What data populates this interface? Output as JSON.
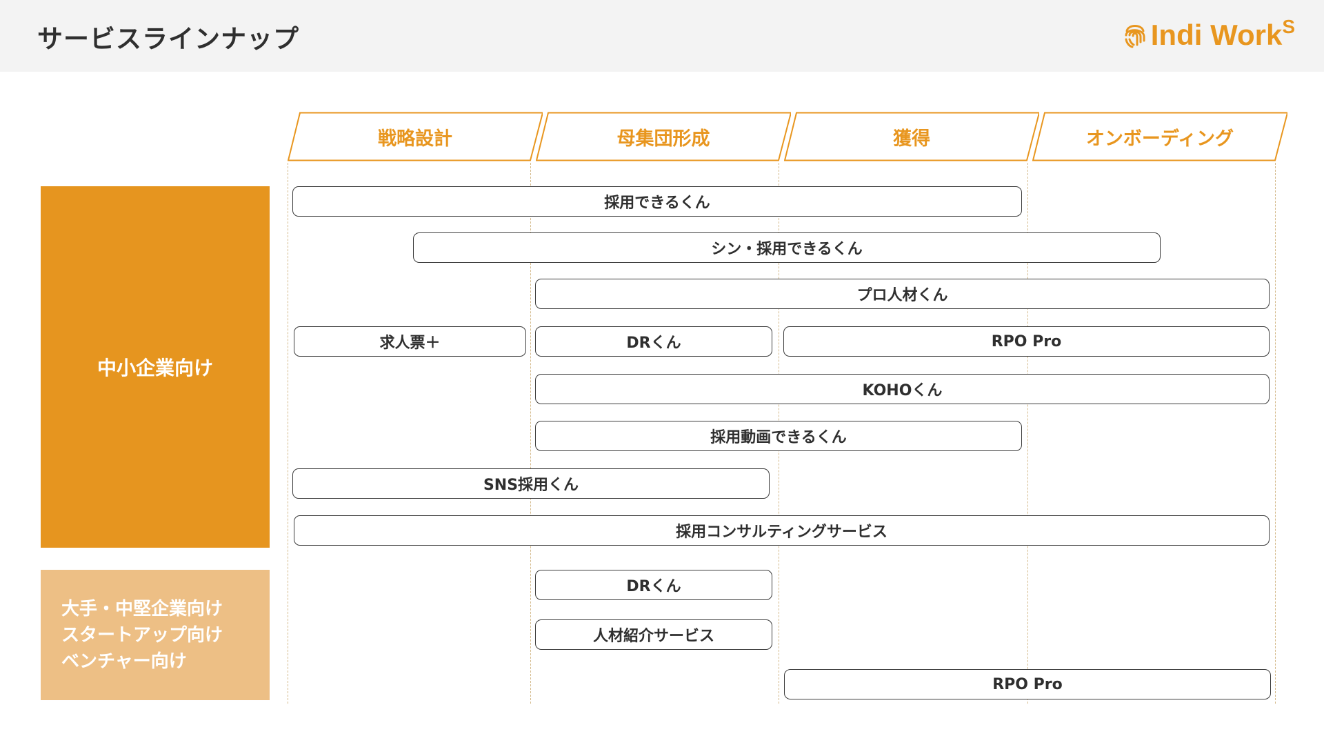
{
  "header": {
    "title": "サービスラインナップ",
    "logo_text": "Indi Work",
    "logo_sup": "S",
    "logo_icon": "fingerprint-icon",
    "brand_color": "#e8961f"
  },
  "phases": [
    "戦略設計",
    "母集団形成",
    "獲得",
    "オンボーディング"
  ],
  "segments": {
    "sme": "中小企業向け",
    "large": [
      "大手・中堅企業向け",
      "スタートアップ向け",
      "ベンチャー向け"
    ]
  },
  "services": {
    "sme": [
      "採用できるくん",
      "シン・採用できるくん",
      "プロ人材くん",
      "求人票＋",
      "DRくん",
      "RPO Pro",
      "KOHOくん",
      "採用動画できるくん",
      "SNS採用くん",
      "採用コンサルティングサービス"
    ],
    "large": [
      "DRくん",
      "人材紹介サービス",
      "RPO Pro"
    ]
  },
  "colors": {
    "sme_bg": "#e6951f",
    "large_bg": "#edbf85",
    "phase_accent": "#e8961f"
  }
}
